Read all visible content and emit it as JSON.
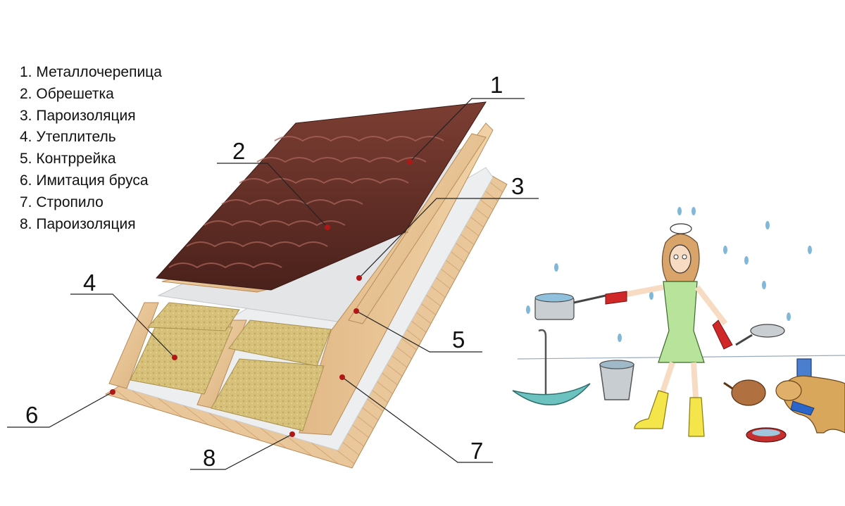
{
  "legend": {
    "items": [
      {
        "num": "1.",
        "label": "Металлочерепица"
      },
      {
        "num": "2.",
        "label": "Обрешетка"
      },
      {
        "num": "3.",
        "label": "Пароизоляция"
      },
      {
        "num": "4.",
        "label": "Утеплитель"
      },
      {
        "num": "5.",
        "label": "Контррейка"
      },
      {
        "num": "6.",
        "label": "Имитация бруса"
      },
      {
        "num": "7.",
        "label": "Стропило"
      },
      {
        "num": "8.",
        "label": "Пароизоляция"
      }
    ]
  },
  "callouts": [
    "1",
    "2",
    "3",
    "4",
    "5",
    "6",
    "7",
    "8"
  ],
  "colors": {
    "tile": "#5a2a22",
    "tile_highlight": "#8a4a3c",
    "wood": "#e8c596",
    "wood_dark": "#c99b66",
    "insulation": "#d9c47a",
    "membrane": "#e6e8ea",
    "marker": "#b01818",
    "line": "#222222"
  }
}
